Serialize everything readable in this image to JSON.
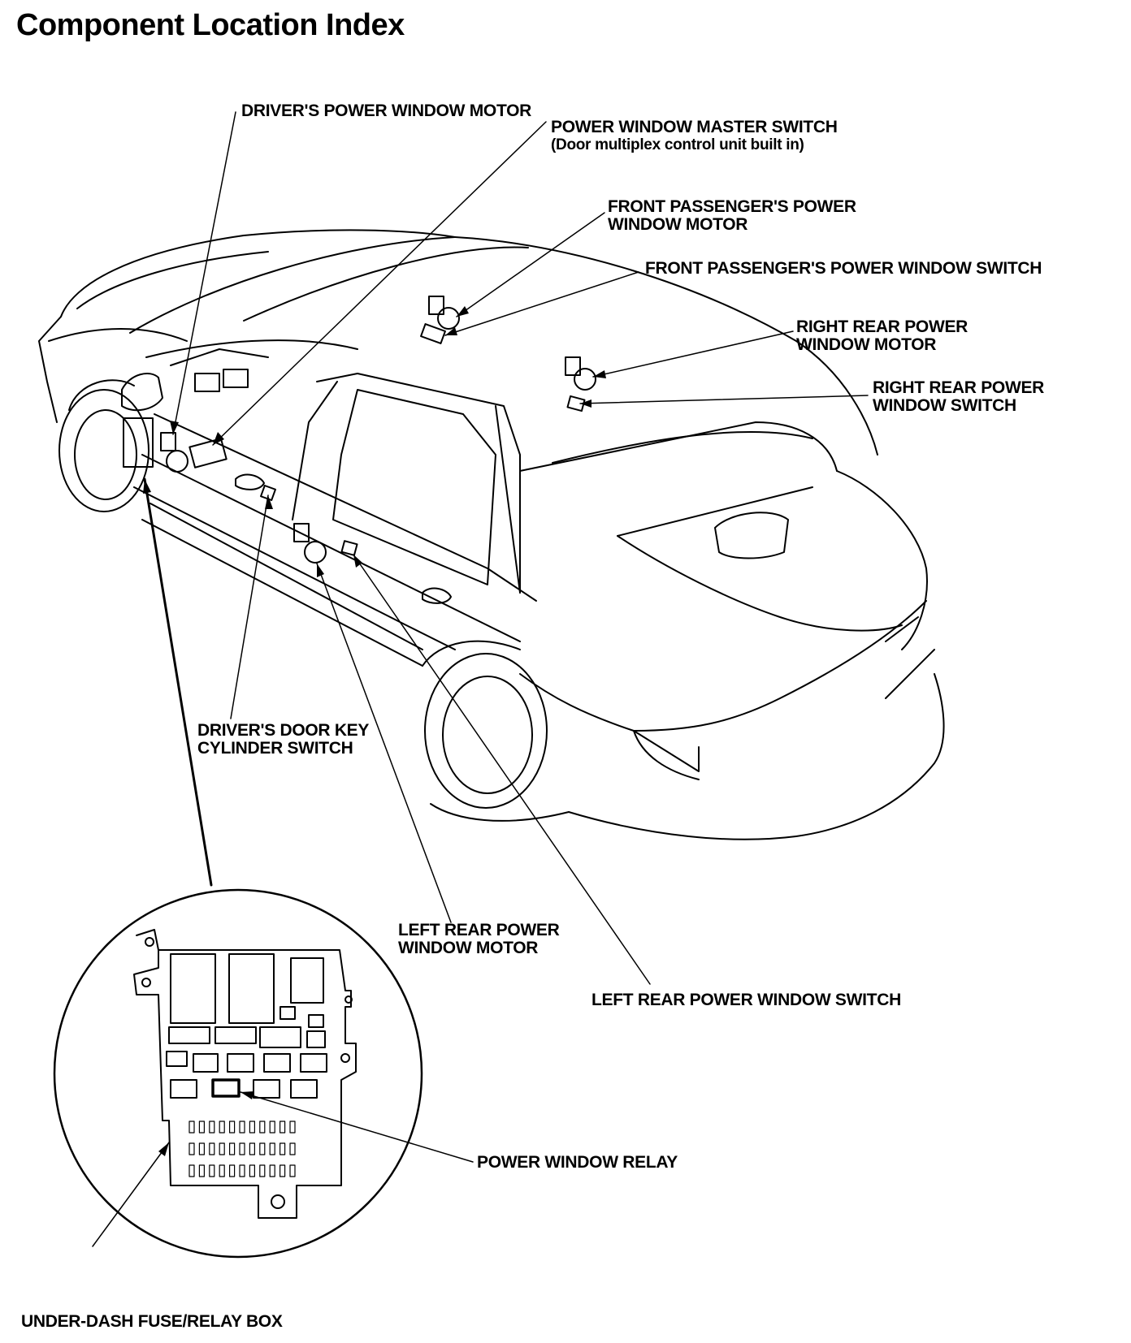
{
  "title": "Component Location Index",
  "labels": {
    "drivers_motor": "DRIVER'S POWER WINDOW MOTOR",
    "master_switch": "POWER WINDOW MASTER SWITCH",
    "master_switch_note": "(Door multiplex control unit built in)",
    "front_pass_motor_1": "FRONT PASSENGER'S POWER",
    "front_pass_motor_2": "WINDOW MOTOR",
    "front_pass_switch": "FRONT PASSENGER'S POWER WINDOW SWITCH",
    "right_rear_motor_1": "RIGHT REAR POWER",
    "right_rear_motor_2": "WINDOW MOTOR",
    "right_rear_switch_1": "RIGHT REAR POWER",
    "right_rear_switch_2": "WINDOW SWITCH",
    "key_cylinder_1": "DRIVER'S DOOR KEY",
    "key_cylinder_2": "CYLINDER SWITCH",
    "left_rear_motor_1": "LEFT REAR POWER",
    "left_rear_motor_2": "WINDOW MOTOR",
    "left_rear_switch": "LEFT REAR POWER WINDOW SWITCH",
    "relay": "POWER WINDOW RELAY",
    "fuse_box": "UNDER-DASH FUSE/RELAY BOX"
  }
}
